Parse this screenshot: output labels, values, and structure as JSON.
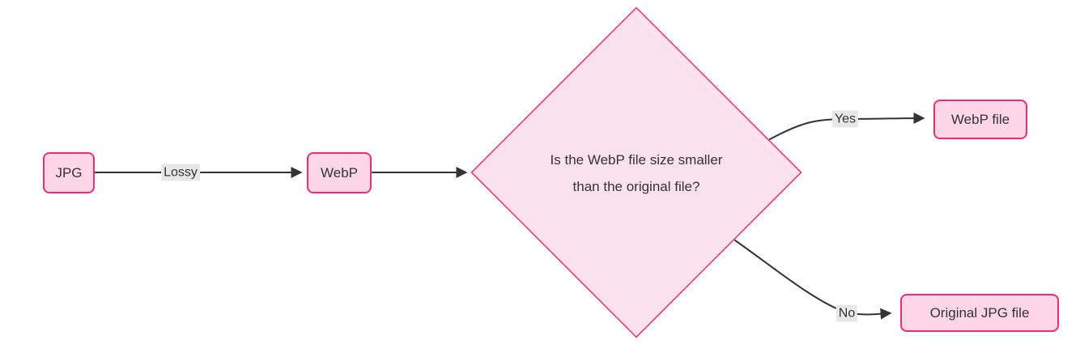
{
  "diagram_type": "flowchart-left-to-right",
  "colors": {
    "background": "#ffffff",
    "node_fill": "#ffd6e7",
    "diamond_fill": "#fbe0ee",
    "node_border": "#ee2d6f",
    "text": "#333333",
    "edge": "#333333",
    "edge_label_bg": "#e8e8e8"
  },
  "nodes": {
    "jpg": {
      "label": "JPG",
      "shape": "rounded-rect"
    },
    "webp": {
      "label": "WebP",
      "shape": "rounded-rect"
    },
    "decision": {
      "label": "Is the WebP file size smaller than the original file?",
      "line1": "Is the WebP file size smaller",
      "line2": "than the original file?",
      "shape": "diamond"
    },
    "webp_file": {
      "label": "WebP file",
      "shape": "rounded-rect"
    },
    "original_jpg_file": {
      "label": "Original JPG file",
      "shape": "rounded-rect"
    }
  },
  "edges": {
    "jpg_to_webp": {
      "from": "jpg",
      "to": "webp",
      "label": "Lossy"
    },
    "webp_to_decision": {
      "from": "webp",
      "to": "decision",
      "label": ""
    },
    "decision_yes": {
      "from": "decision",
      "to": "webp_file",
      "label": "Yes"
    },
    "decision_no": {
      "from": "decision",
      "to": "original_jpg_file",
      "label": "No"
    }
  }
}
